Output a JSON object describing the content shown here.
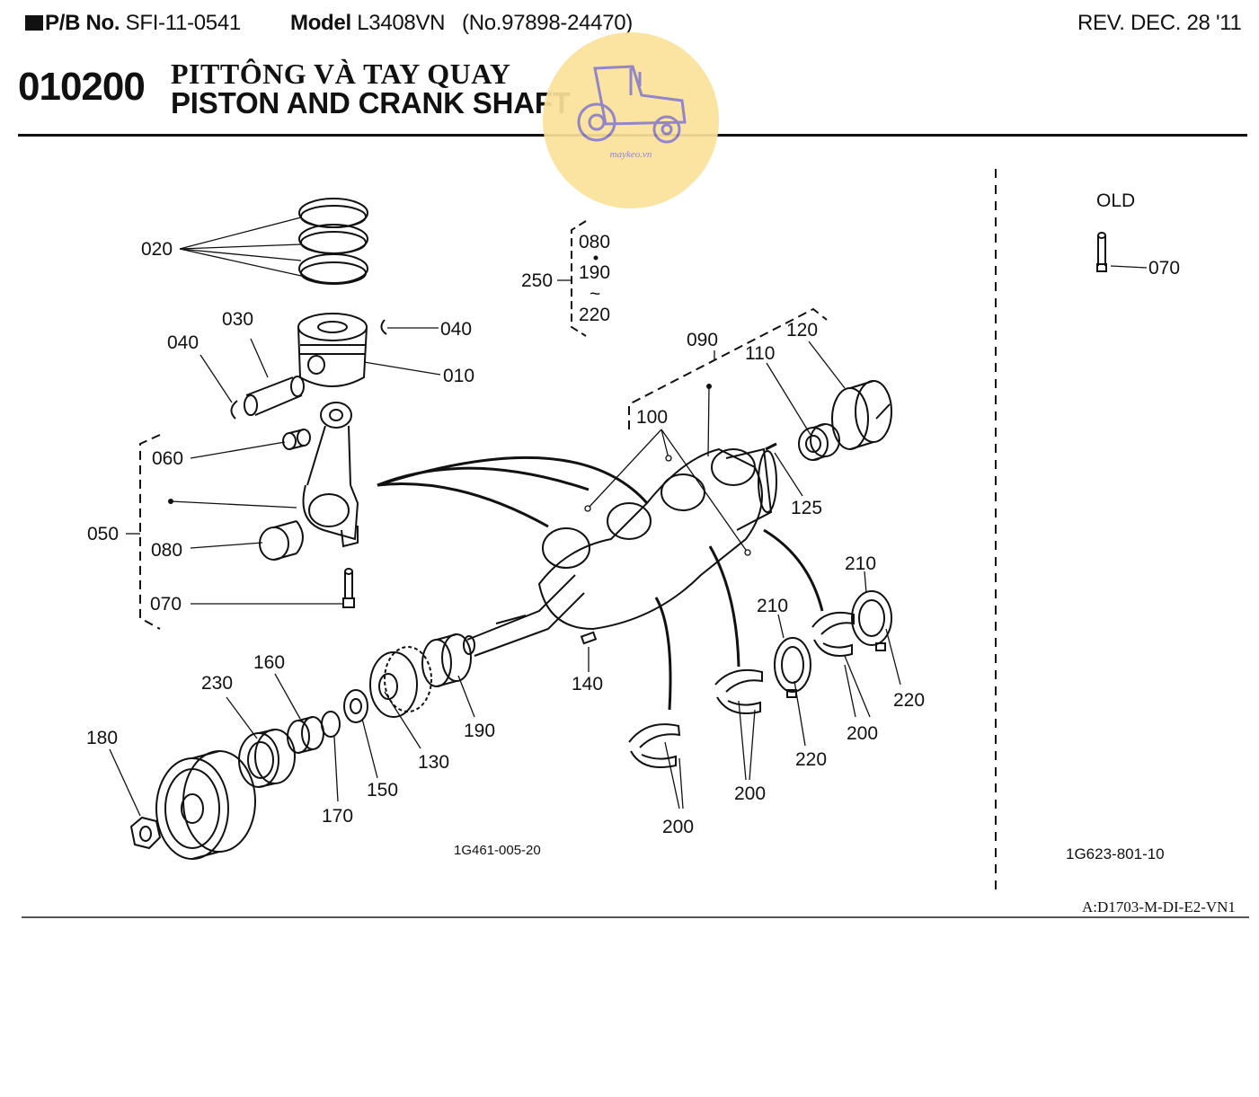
{
  "header": {
    "pb_label": "P/B No.",
    "pb_value": "SFI-11-0541",
    "model_label": "Model",
    "model_value": "L3408VN",
    "serial": "(No.97898-24470)",
    "revision": "REV. DEC. 28 '11"
  },
  "section": {
    "code": "010200",
    "title_vn": "PITTÔNG VÀ TAY QUAY",
    "title_en": "PISTON AND CRANK SHAFT"
  },
  "watermark": {
    "text": "maykeo.vn",
    "icon": "tractor-icon",
    "bg_color": "#fbe29a",
    "icon_color": "#8a7cc4"
  },
  "old_box": {
    "title": "OLD",
    "part": "070"
  },
  "labels": {
    "p020": "020",
    "p030": "030",
    "p040a": "040",
    "p040b": "040",
    "p010": "010",
    "p060": "060",
    "p050": "050",
    "p080": "080",
    "p070": "070",
    "g250": "250",
    "g080": "080",
    "g190": "190",
    "g220": "220",
    "tilde": "~",
    "p090": "090",
    "p100": "100",
    "p110": "110",
    "p120": "120",
    "p125": "125",
    "p140": "140",
    "p190": "190",
    "p130": "130",
    "p150": "150",
    "p170": "170",
    "p160": "160",
    "p230": "230",
    "p180": "180",
    "p210a": "210",
    "p210b": "210",
    "p220a": "220",
    "p220b": "220",
    "p200a": "200",
    "p200b": "200",
    "p200c": "200"
  },
  "figure_codes": {
    "left": "1G461-005-20",
    "right": "1G623-801-10"
  },
  "doc_code": "A:D1703-M-DI-E2-VN1"
}
